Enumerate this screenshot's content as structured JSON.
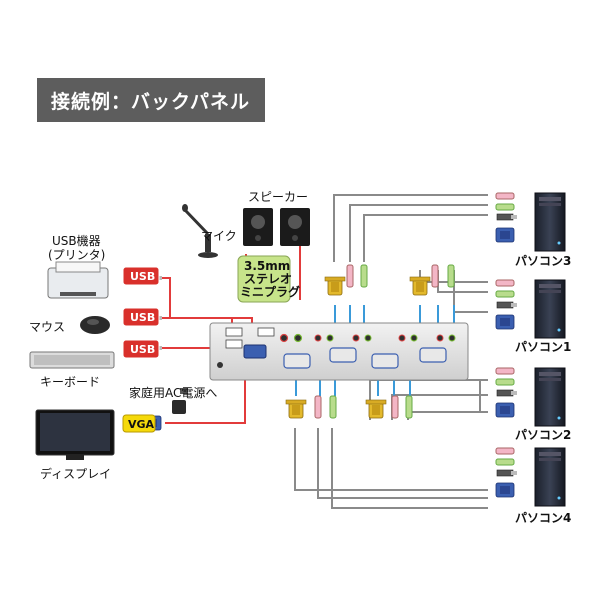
{
  "title": "接続例：バックパネル",
  "labels": {
    "usb_device": "USB機器",
    "printer": "(プリンタ)",
    "mouse": "マウス",
    "keyboard": "キーボード",
    "display": "ディスプレイ",
    "mic": "マイク",
    "speaker": "スピーカー",
    "stereo_line1": "3.5mm",
    "stereo_line2": "ステレオ",
    "stereo_line3": "ミニプラグ",
    "ac_power": "家庭用AC電源へ",
    "pc3": "パソコン3",
    "pc1": "パソコン1",
    "pc2": "パソコン2",
    "pc4": "パソコン4"
  },
  "badges": {
    "usb": "USB",
    "vga": "VGA"
  },
  "colors": {
    "red_line": "#e23b3b",
    "blue_line": "#3a9ad9",
    "gray_line": "#8a8a8a",
    "badge_red": "#d9302b",
    "badge_yellow": "#f5d90a",
    "stereo_green": "#c7e48a",
    "vga_gold": "#e3b92c",
    "vga_blue": "#3b5fb0"
  }
}
